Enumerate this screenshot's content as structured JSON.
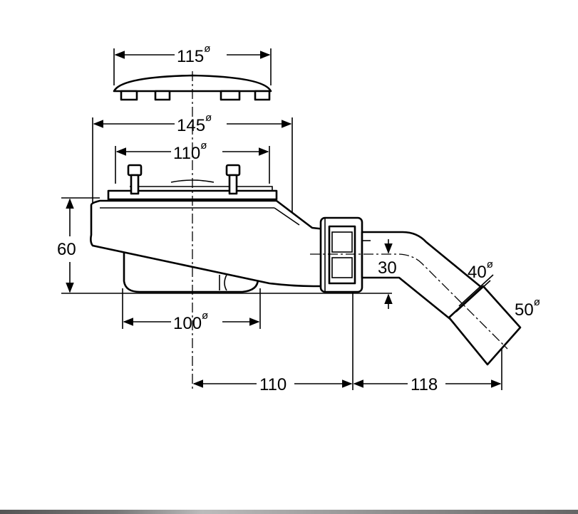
{
  "diagram": {
    "dimensions": {
      "cover_diameter": "115",
      "outer_diameter": "145",
      "flange_diameter": "110",
      "height": "60",
      "trap_diameter": "100",
      "horizontal_offset_1": "110",
      "horizontal_offset_2": "118",
      "outlet_height": "30",
      "outlet_diameter_1": "40",
      "outlet_diameter_2": "50"
    },
    "diameter_symbol": "ø"
  },
  "colors": {
    "line": "#000000",
    "background": "#ffffff"
  }
}
